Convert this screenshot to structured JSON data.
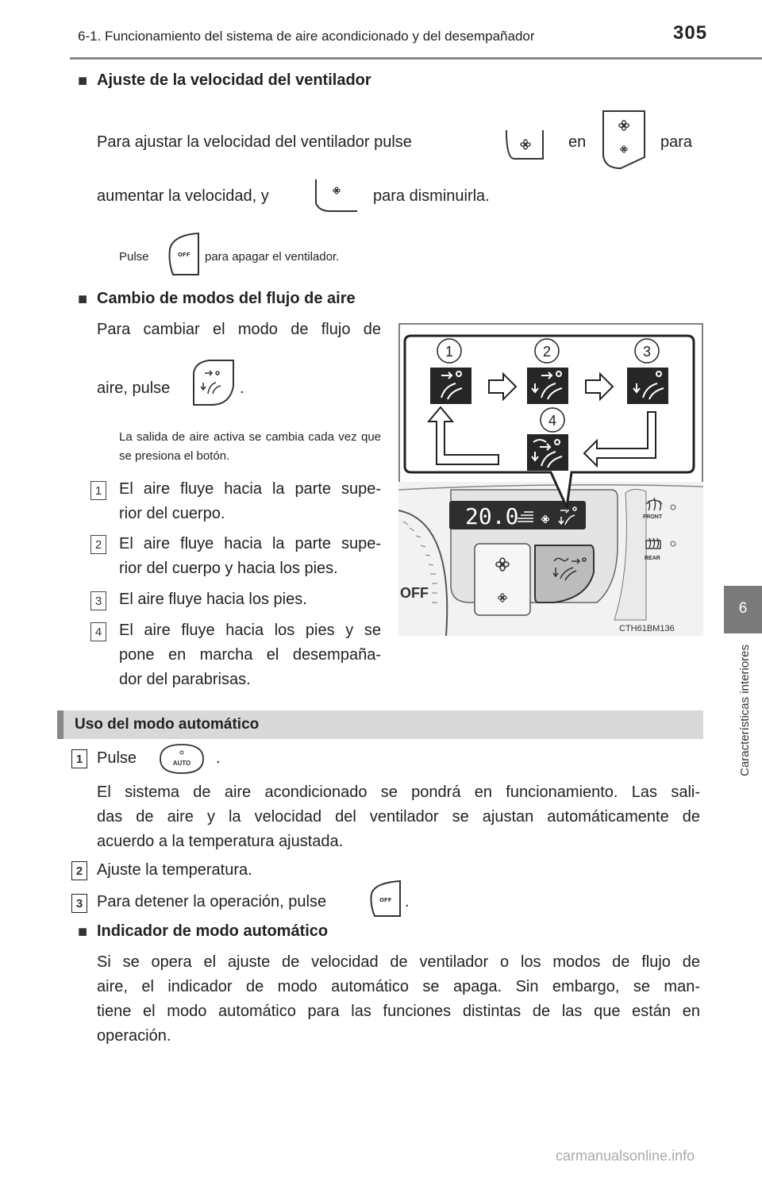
{
  "header": {
    "title": "6-1. Funcionamiento del sistema de aire acondicionado y del desempañador",
    "page_number": "305"
  },
  "side_tab": {
    "number": "6",
    "label": "Características interiores"
  },
  "fan_speed": {
    "heading": "Ajuste de la velocidad del ventilador",
    "line1_a": "Para ajustar la velocidad del ventilador pulse",
    "line1_b": "en",
    "line1_c": "para",
    "line2_a": "aumentar la velocidad, y",
    "line2_b": "para disminuirla.",
    "note_a": "Pulse",
    "note_b": "para apagar el ventilador."
  },
  "airflow": {
    "heading": "Cambio de modos del flujo de aire",
    "line1": "Para cambiar el modo de flujo de",
    "line2_a": "aire, pulse",
    "line2_b": ".",
    "note": "La salida de aire activa se cambia cada vez que se presiona el botón.",
    "items": [
      {
        "num": "1",
        "text": "El aire fluye hacia la parte superior del cuerpo."
      },
      {
        "num": "2",
        "text": "El aire fluye hacia la parte superior del cuerpo y hacia los pies."
      },
      {
        "num": "3",
        "text": "El aire fluye hacia los pies."
      },
      {
        "num": "4",
        "text": "El aire fluye hacia los pies y se pone en marcha el desempañador del parabrisas."
      }
    ],
    "item1_l1": "El aire fluye hacia la parte supe-",
    "item1_l2": "rior del cuerpo.",
    "item2_l1": "El aire fluye hacia la parte supe-",
    "item2_l2": "rior del cuerpo y hacia los pies.",
    "item3_l1": "El aire fluye hacia los pies.",
    "item4_l1": "El aire fluye hacia los pies y se",
    "item4_l2": "pone en marcha el desempaña-",
    "item4_l3": "dor del parabrisas."
  },
  "figure": {
    "callouts": [
      "1",
      "2",
      "3",
      "4"
    ],
    "display_temp": "20.0",
    "front_label": "FRONT",
    "rear_label": "REAR",
    "off_label": "OFF",
    "code": "CTH61BM136"
  },
  "auto_section": {
    "title": "Uso del modo automático",
    "step1_num": "1",
    "step1_a": "Pulse",
    "step1_b": ".",
    "step1_desc": "El sistema de aire acondicionado se pondrá en funcionamiento. Las salidas de aire y la velocidad del ventilador se ajustan automáticamente de acuerdo a la temperatura ajustada.",
    "step1_l1": "El sistema de aire acondicionado se pondrá en funcionamiento. Las sali-",
    "step1_l2": "das de aire y la velocidad del ventilador se ajustan automáticamente de",
    "step1_l3": "acuerdo a la temperatura ajustada.",
    "step2_num": "2",
    "step2": "Ajuste la temperatura.",
    "step3_num": "3",
    "step3_a": "Para detener la operación, pulse",
    "step3_b": ".",
    "indicator_heading": "Indicador de modo automático",
    "ind_l1": "Si se opera el ajuste de velocidad de ventilador o los modos de flujo de",
    "ind_l2": "aire, el indicador de modo automático se apaga. Sin embargo, se man-",
    "ind_l3": "tiene el modo automático para las funciones distintas de las que están en",
    "ind_l4": "operación."
  },
  "button_labels": {
    "off": "OFF",
    "auto": "AUTO"
  },
  "footer": "carmanualsonline.info"
}
